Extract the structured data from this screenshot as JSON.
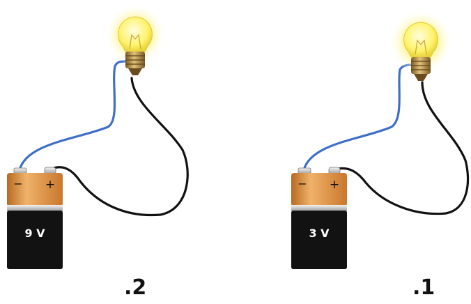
{
  "circuits": [
    {
      "caption": ".2",
      "battery_label": "9 V",
      "minus_symbol": "−",
      "plus_symbol": "+"
    },
    {
      "caption": ".1",
      "battery_label": "3 V",
      "minus_symbol": "−",
      "plus_symbol": "+"
    }
  ],
  "colors": {
    "bulb_glow": "#fff59a",
    "bulb_glass": "#fff36b",
    "bulb_base": "#b08a3a",
    "wire_blue": "#3d6fc8",
    "wire_black": "#111111",
    "battery_copper": "#d58a3a",
    "battery_body": "#121212"
  },
  "icons": [
    "light-bulb-icon",
    "battery-icon"
  ]
}
